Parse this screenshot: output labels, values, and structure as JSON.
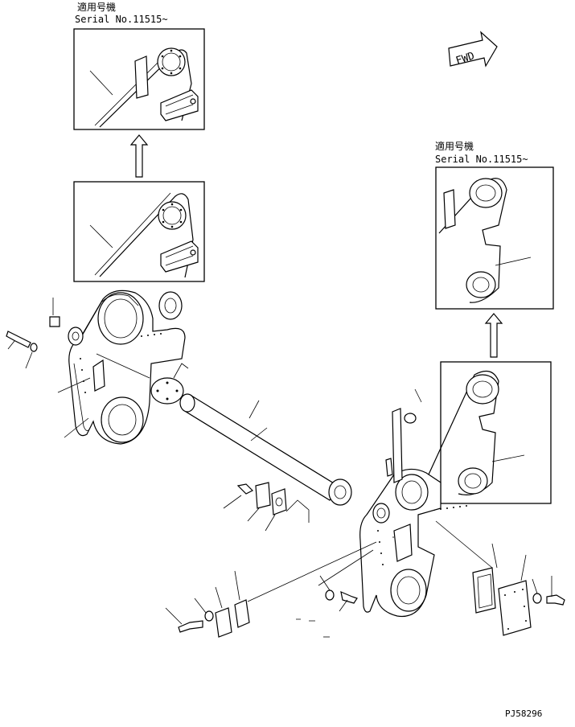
{
  "figure": {
    "drawing_code": "PJ58296",
    "direction_marker": "FWD"
  },
  "callouts": {
    "left_serial_jp": "適用号機",
    "left_serial_no": "Serial No.11515~",
    "right_serial_jp": "適用号機",
    "right_serial_no": "Serial No.11515~"
  }
}
